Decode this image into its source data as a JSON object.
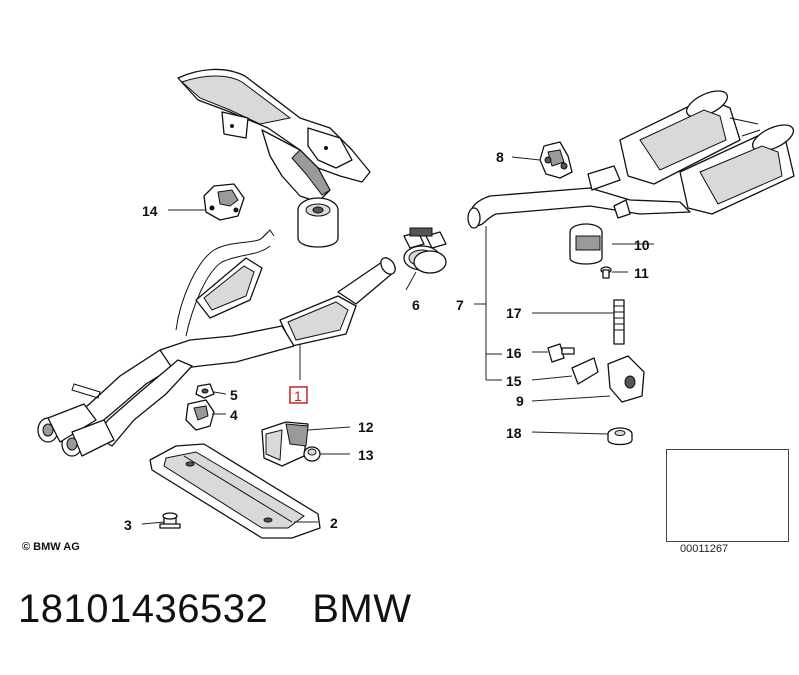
{
  "diagram": {
    "callouts": [
      {
        "id": "1",
        "text": "1",
        "highlighted": true
      },
      {
        "id": "2",
        "text": "2"
      },
      {
        "id": "3",
        "text": "3"
      },
      {
        "id": "4",
        "text": "4"
      },
      {
        "id": "5",
        "text": "5"
      },
      {
        "id": "6",
        "text": "6"
      },
      {
        "id": "7",
        "text": "7"
      },
      {
        "id": "8",
        "text": "8"
      },
      {
        "id": "9",
        "text": "9"
      },
      {
        "id": "10",
        "text": "10"
      },
      {
        "id": "11",
        "text": "11"
      },
      {
        "id": "12",
        "text": "12"
      },
      {
        "id": "13",
        "text": "13"
      },
      {
        "id": "14",
        "text": "14"
      },
      {
        "id": "15",
        "text": "15"
      },
      {
        "id": "16",
        "text": "16"
      },
      {
        "id": "17",
        "text": "17"
      },
      {
        "id": "18",
        "text": "18"
      }
    ],
    "copyright": "© BMW AG",
    "thumbnail_code": "00011267",
    "highlight_color": "#cc2222"
  },
  "footer": {
    "part_number": "18101436532",
    "brand": "BMW"
  }
}
